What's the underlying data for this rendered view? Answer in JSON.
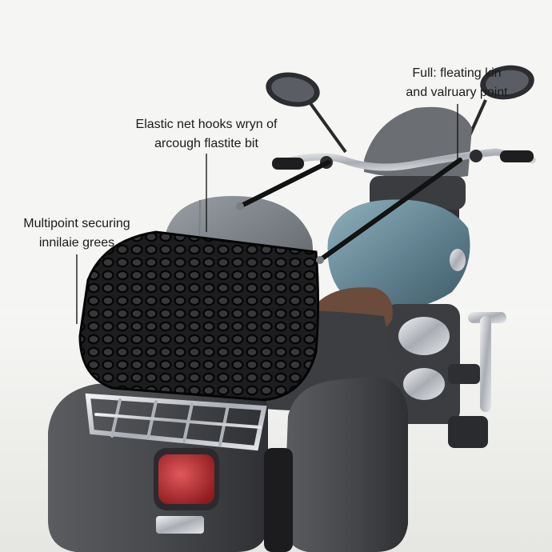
{
  "callouts": {
    "left": {
      "line1": "Multipoint securing",
      "line2": "innilaie grees"
    },
    "middle": {
      "line1": "Elastic net hooks wryn of",
      "line2": "arcough flastite bit"
    },
    "right": {
      "line1": "Full: fleating kin",
      "line2": "and valruary point"
    }
  },
  "colors": {
    "background": "#f4f4f2",
    "fuel_tank": "#6f8f9d",
    "saddlebag": "#4b4d50",
    "net": "#111111",
    "chrome": "#c9ccd0",
    "seat": "#6a4b3c",
    "taillight": "#b3262a"
  }
}
